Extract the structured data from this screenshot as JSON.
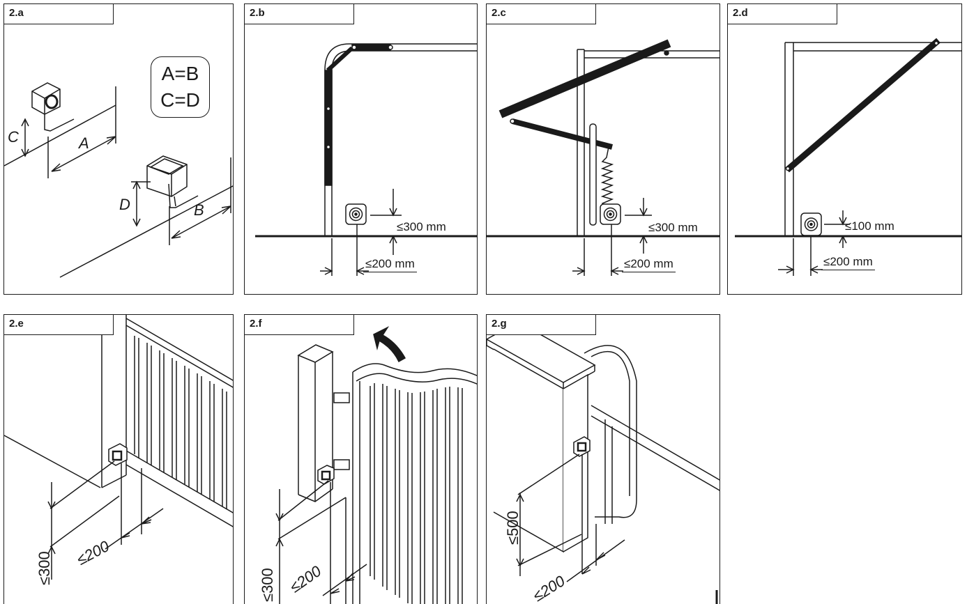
{
  "panels": {
    "a": {
      "tag": "2.a",
      "equation_line1": "A=B",
      "equation_line2": "C=D",
      "label_a": "A",
      "label_b": "B",
      "label_c": "C",
      "label_d": "D"
    },
    "b": {
      "tag": "2.b",
      "dim_height": "≤300 mm",
      "dim_side": "≤200 mm"
    },
    "c": {
      "tag": "2.c",
      "dim_height": "≤300 mm",
      "dim_side": "≤200 mm"
    },
    "d": {
      "tag": "2.d",
      "dim_height": "≤100 mm",
      "dim_side": "≤200 mm"
    },
    "e": {
      "tag": "2.e",
      "dim_height": "≤300",
      "dim_side": "≤200"
    },
    "f": {
      "tag": "2.f",
      "dim_height": "≤300",
      "dim_side": "≤200"
    },
    "g": {
      "tag": "2.g",
      "dim_height": "≤500",
      "dim_side": "≤200"
    }
  },
  "colors": {
    "line": "#1a1a1a",
    "background": "#ffffff"
  }
}
